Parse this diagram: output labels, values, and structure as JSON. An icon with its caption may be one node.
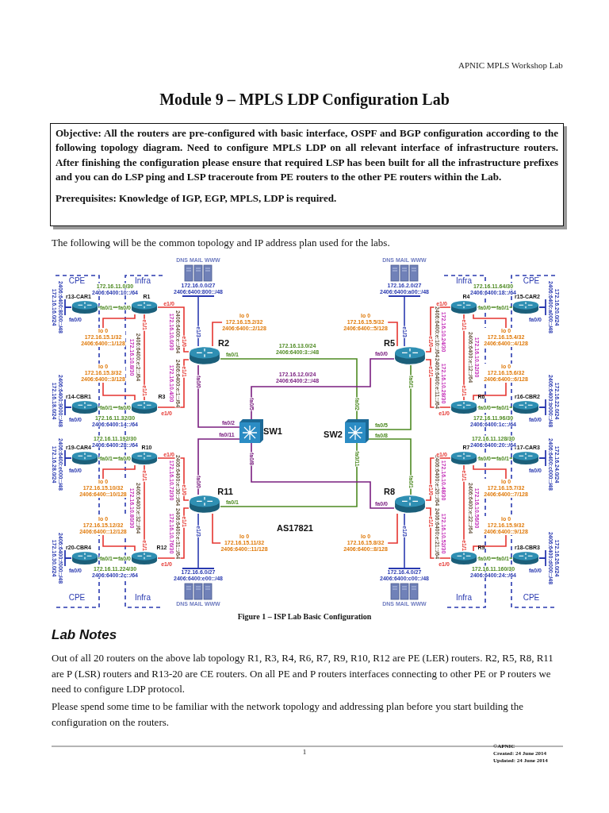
{
  "diagram": {
    "title": "Module 9 – MPLS LDP Configuration Lab",
    "caption": "Figure 1 – ISP Lab Basic Configuration",
    "nodes": [
      {
        "text": [
          "Objective: All the routers are pre-configured with basic interface, OSPF and BGP configuration according to the following topology diagram. Need to configure MPLS LDP on all relevant interface of infrastructure routers. After finishing the configuration please ensure that required LSP has been built for all the infrastructure prefixes and you can do LSP ping and LSP traceroute from PE routers to the other PE routers within the Lab.",
          "Prerequisites: Knowledge of IGP, EGP, MPLS, LDP is required."
        ]
      },
      {
        "text": [
          "DNS MAIL WWW",
          "172.16.0.0/27",
          "2406:6400:800::/48"
        ]
      },
      {
        "text": [
          "DNS MAIL WWW",
          "172.16.2.0/27",
          "2406:6400:a00::/48"
        ]
      },
      {
        "text": [
          "r13-CAR1"
        ]
      },
      {
        "text": [
          "R1"
        ]
      },
      {
        "text": [
          "R4"
        ]
      },
      {
        "text": [
          "r15-CAR2"
        ]
      },
      {
        "text": [
          "R2"
        ]
      },
      {
        "text": [
          "R5"
        ]
      },
      {
        "text": [
          "r14-CBR1"
        ]
      },
      {
        "text": [
          "R3"
        ]
      },
      {
        "text": [
          "R6"
        ]
      },
      {
        "text": [
          "r16-CBR2"
        ]
      },
      {
        "text": [
          "SW1"
        ]
      },
      {
        "text": [
          "SW2"
        ]
      },
      {
        "text": [
          "r19-CAR4"
        ]
      },
      {
        "text": [
          "R10"
        ]
      },
      {
        "text": [
          "R7"
        ]
      },
      {
        "text": [
          "r17-CAR3"
        ]
      },
      {
        "text": [
          "R11"
        ]
      },
      {
        "text": [
          "R8"
        ]
      },
      {
        "text": [
          "r20-CBR4"
        ]
      },
      {
        "text": [
          "R12"
        ]
      },
      {
        "text": [
          "R9"
        ]
      },
      {
        "text": [
          "r18-CBR3"
        ]
      },
      {
        "text": [
          "172.16.6.0/27",
          "2406:6400:e00::/48",
          "DNS MAIL WWW"
        ]
      },
      {
        "text": [
          "172.16.4.0/27",
          "2406:6400:c00::/48",
          "DNS MAIL WWW"
        ]
      },
      {
        "text": [
          "lo 0",
          "172.16.15.1/32",
          "2406:6400::1/128"
        ]
      },
      {
        "text": [
          "lo 0",
          "172.16.15.3/32",
          "2406:6400::3/128"
        ]
      },
      {
        "text": [
          "lo 0",
          "172.16.15.2/32",
          "2406:6400::2/128"
        ]
      },
      {
        "text": [
          "lo 0",
          "172.16.15.5/32",
          "2406:6400::5/128"
        ]
      },
      {
        "text": [
          "lo 0",
          "172.16.15.4/32",
          "2406:6400::4/128"
        ]
      },
      {
        "text": [
          "lo 0",
          "172.16.15.6/32",
          "2406:6400::6/128"
        ]
      },
      {
        "text": [
          "lo 0",
          "172.16.15.10/32",
          "2406:6400::10/128"
        ]
      },
      {
        "text": [
          "lo 0",
          "172.16.15.12/32",
          "2406:6400::12/128"
        ]
      },
      {
        "text": [
          "lo 0",
          "172.16.15.11/32",
          "2406:6400::11/128"
        ]
      },
      {
        "text": [
          "lo 0",
          "172.16.15.8/32",
          "2406:6400::8/128"
        ]
      },
      {
        "text": [
          "lo 0",
          "172.16.15.7/32",
          "2406:6400::7/128"
        ]
      },
      {
        "text": [
          "lo 0",
          "172.16.15.9/32",
          "2406:6400::9/128"
        ]
      }
    ],
    "edges": [
      {
        "from": 3,
        "to": 4,
        "arrow": "none",
        "color": "#4e8a22"
      },
      {
        "from": 4,
        "to": 7,
        "arrow": "none",
        "color": "#e53530"
      },
      {
        "from": 4,
        "to": 10,
        "arrow": "none",
        "color": "#e53530"
      },
      {
        "from": 10,
        "to": 7,
        "arrow": "none",
        "color": "#e53530"
      },
      {
        "from": 9,
        "to": 10,
        "arrow": "none",
        "color": "#4e8a22"
      },
      {
        "from": 1,
        "to": 7,
        "arrow": "none",
        "color": "#2a3ab0"
      },
      {
        "from": 7,
        "to": 14,
        "arrow": "none",
        "color": "#4e8a22",
        "label": "172.16.13.0/24 2406:6400:3::/48"
      },
      {
        "from": 7,
        "to": 13,
        "arrow": "none",
        "color": "#7a1f80"
      },
      {
        "from": 8,
        "to": 13,
        "arrow": "none",
        "color": "#7a1f80",
        "label": "172.16.12.0/24 2406:6400:2::/48"
      },
      {
        "from": 8,
        "to": 14,
        "arrow": "none",
        "color": "#4e8a22"
      },
      {
        "from": 2,
        "to": 8,
        "arrow": "none",
        "color": "#2a3ab0"
      },
      {
        "from": 5,
        "to": 8,
        "arrow": "none",
        "color": "#e53530"
      },
      {
        "from": 5,
        "to": 11,
        "arrow": "none",
        "color": "#e53530"
      },
      {
        "from": 11,
        "to": 8,
        "arrow": "none",
        "color": "#e53530"
      },
      {
        "from": 5,
        "to": 6,
        "arrow": "none",
        "color": "#4e8a22"
      },
      {
        "from": 11,
        "to": 12,
        "arrow": "none",
        "color": "#4e8a22"
      },
      {
        "from": 15,
        "to": 16,
        "arrow": "none",
        "color": "#4e8a22"
      },
      {
        "from": 16,
        "to": 19,
        "arrow": "none",
        "color": "#e53530"
      },
      {
        "from": 16,
        "to": 22,
        "arrow": "none",
        "color": "#e53530"
      },
      {
        "from": 22,
        "to": 19,
        "arrow": "none",
        "color": "#e53530"
      },
      {
        "from": 21,
        "to": 22,
        "arrow": "none",
        "color": "#4e8a22"
      },
      {
        "from": 19,
        "to": 13,
        "arrow": "none",
        "color": "#7a1f80"
      },
      {
        "from": 19,
        "to": 14,
        "arrow": "none",
        "color": "#4e8a22"
      },
      {
        "from": 19,
        "to": 25,
        "arrow": "none",
        "color": "#2a3ab0"
      },
      {
        "from": 20,
        "to": 14,
        "arrow": "none",
        "color": "#4e8a22"
      },
      {
        "from": 20,
        "to": 13,
        "arrow": "none",
        "color": "#7a1f80"
      },
      {
        "from": 20,
        "to": 26,
        "arrow": "none",
        "color": "#2a3ab0"
      },
      {
        "from": 17,
        "to": 20,
        "arrow": "none",
        "color": "#e53530"
      },
      {
        "from": 17,
        "to": 23,
        "arrow": "none",
        "color": "#e53530"
      },
      {
        "from": 23,
        "to": 20,
        "arrow": "none",
        "color": "#e53530"
      },
      {
        "from": 17,
        "to": 18,
        "arrow": "none",
        "color": "#4e8a22"
      },
      {
        "from": 23,
        "to": 24,
        "arrow": "none",
        "color": "#4e8a22"
      },
      {
        "from": 4,
        "to": 27,
        "arrow": "none",
        "color": "#e53530"
      },
      {
        "from": 10,
        "to": 28,
        "arrow": "none",
        "color": "#e53530"
      },
      {
        "from": 7,
        "to": 29,
        "arrow": "none",
        "color": "#e53530"
      },
      {
        "from": 8,
        "to": 30,
        "arrow": "none",
        "color": "#e53530"
      },
      {
        "from": 5,
        "to": 31,
        "arrow": "none",
        "color": "#e53530"
      },
      {
        "from": 11,
        "to": 32,
        "arrow": "none",
        "color": "#e53530"
      },
      {
        "from": 16,
        "to": 33,
        "arrow": "none",
        "color": "#e53530"
      },
      {
        "from": 22,
        "to": 34,
        "arrow": "none",
        "color": "#e53530"
      },
      {
        "from": 19,
        "to": 35,
        "arrow": "none",
        "color": "#e53530"
      },
      {
        "from": 20,
        "to": 36,
        "arrow": "none",
        "color": "#e53530"
      },
      {
        "from": 17,
        "to": 37,
        "arrow": "none",
        "color": "#e53530"
      },
      {
        "from": 23,
        "to": 38,
        "arrow": "none",
        "color": "#e53530"
      }
    ],
    "labels": [
      "APNIC MPLS Workshop Lab",
      "The following will be the common topology and IP address plan used for the labs.",
      "CPE",
      "Infra",
      "Infra",
      "CPE",
      "172.16.11.0/30",
      "2406:6400:10::/64",
      "172.16.11.64/30",
      "2406:6400:18::/64",
      "172.16.16.0/24",
      "2406:6400:8000::/48",
      "2406:6400:a000::/48",
      "172.16.20.0/24",
      "172.16.10.0/30",
      "2406:6400:e::/64",
      "172.16.10.8/30",
      "2406:6400:e:2::/64",
      "172.16.10.4/30",
      "2406:6400:e:1::/64",
      "2406:6400:e:10::/64",
      "172.16.10.24/30",
      "2406:6400:e:12::/64",
      "172.16.10.32/30",
      "2406:6400:e:11::/64",
      "172.16.10.28/30",
      "172.16.11.32/30",
      "2406:6400:14::/64",
      "172.16.11.96/30",
      "2406:6400:1c::/64",
      "172.16.18.0/24",
      "2406:6400:9000::/48",
      "2406:6400:b000::/48",
      "172.16.22.0/24",
      "172.16.11.192/30",
      "2406:6400:28::/64",
      "172.16.11.128/30",
      "2406:6400:20::/64",
      "172.16.28.0/24",
      "2406:6400:e000::/48",
      "172.16.10.80/30",
      "2406:6400:e:32::/64",
      "172.16.10.72/30",
      "2406:6400:e:30::/64",
      "2406:6400:e:20::/64",
      "172.16.10.48/30",
      "2406:6400:e:22::/64",
      "172.16.10.56/30",
      "2406:6400:c000::/48",
      "172.16.24.0/24",
      "AS17821",
      "172.16.10.76/30",
      "2406:6400:e:31::/64",
      "2406:6400:e:21::/64",
      "172.16.10.52/30",
      "172.16.30.0/24",
      "2406:6400:f000::/48",
      "2406:6400:d000::/48",
      "172.16.26.0/24",
      "172.16.11.224/30",
      "2406:6400:2c::/64",
      "172.16.11.160/30",
      "2406:6400:24::/64",
      "CPE",
      "Infra",
      "Infra",
      "CPE",
      "fa0/0",
      "fa0/1",
      "fa0/0",
      "e1/0",
      "e1/1",
      "e1/3",
      "e1/0",
      "fa0/1",
      "e1/1",
      "fa0/0",
      "e1/3",
      "e1/0",
      "fa0/0",
      "e1/1",
      "fa0/1",
      "e1/0",
      "e1/1",
      "fa0/0",
      "fa0/1",
      "fa0/0",
      "fa0/0",
      "fa0/1",
      "fa0/0",
      "e1/1",
      "e1/0",
      "e1/1",
      "e1/0",
      "fa0/0",
      "fa0/1",
      "fa0/0",
      "fa0/5",
      "fa0/2",
      "fa0/2",
      "fa0/5",
      "fa0/11",
      "fa0/8",
      "fa0/8",
      "fa0/11",
      "fa0/0",
      "fa0/1",
      "fa0/0",
      "e1/0",
      "e1/1",
      "e1/0",
      "e1/1",
      "fa0/0",
      "fa0/1",
      "fa0/0",
      "fa0/0",
      "fa0/1",
      "e1/0",
      "e1/0",
      "fa0/1",
      "fa0/0",
      "e1/1",
      "e1/1",
      "e1/3",
      "e1/3",
      "e1/1",
      "e1/0",
      "e1/1",
      "e1/0",
      "fa0/0",
      "fa0/1",
      "fa0/0",
      "fa0/0",
      "fa0/1",
      "fa0/0",
      "Lab Notes",
      "Out of all 20 routers on the above lab topology R1, R3, R4, R6, R7, R9, R10, R12 are PE (LER) routers. R2, R5, R8, R11 are P (LSR) routers and R13-20 are CE routers. On all PE and P routers interfaces connecting to other PE or P routers we need to configure LDP protocol.",
      "Please spend some time to be familiar with the network topology and addressing plan before you start building the configuration on the routers.",
      "1",
      "©APNIC",
      "Created: 24 June 2014",
      "Updated: 24 June 2014"
    ]
  }
}
